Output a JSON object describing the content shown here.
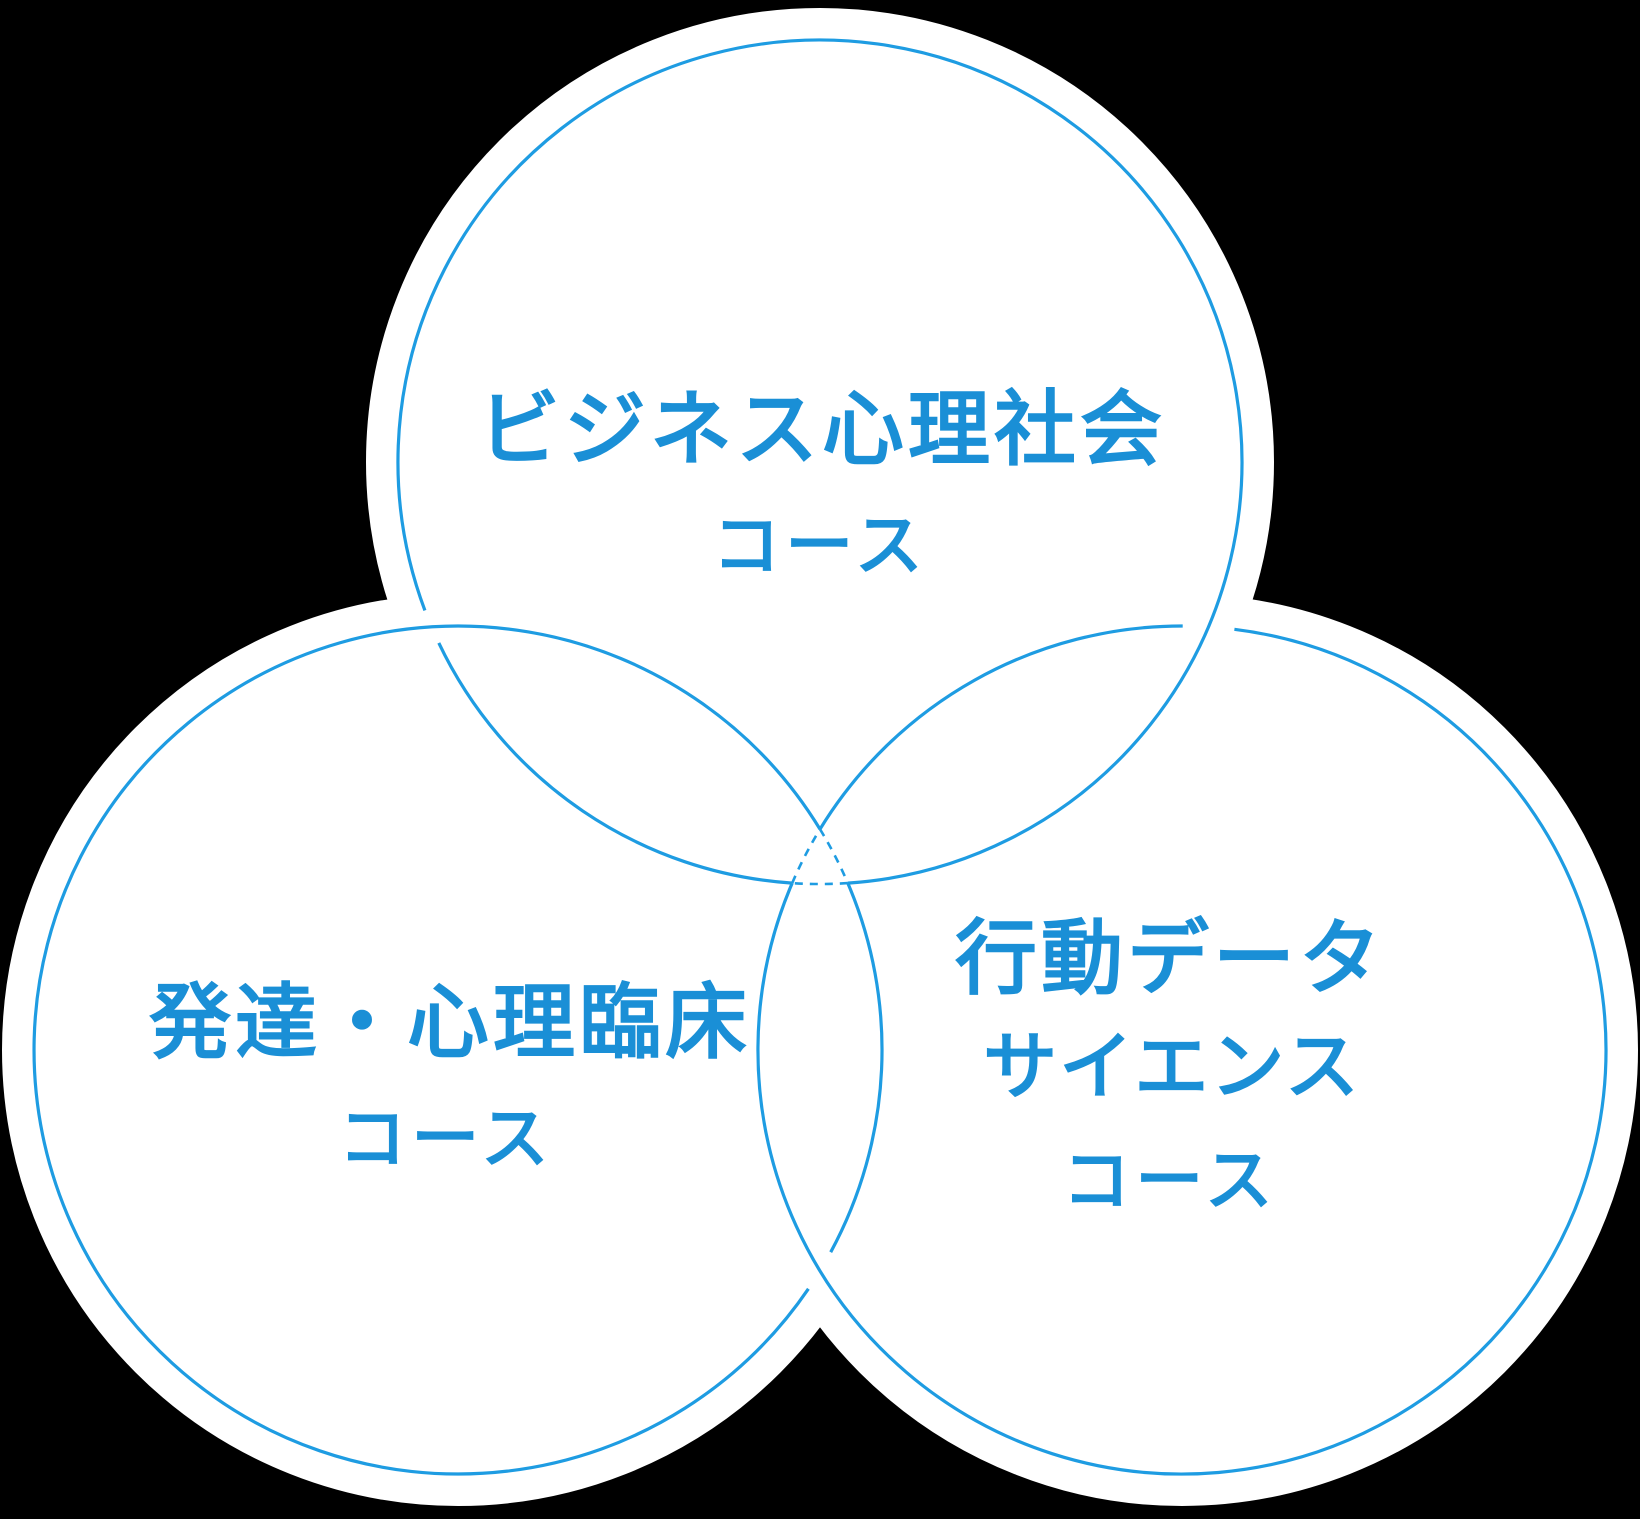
{
  "venn": {
    "background_color": "#000000",
    "circle_fill_color": "#ffffff",
    "halo_color": "#ffffff",
    "outline_color": "#1e9ce2",
    "label_color": "#1a8fd6",
    "circles": [
      {
        "id": "business-psychology-society",
        "position": "top",
        "label_lines": [
          "ビジネス心理社会",
          "コース"
        ]
      },
      {
        "id": "development-clinical-psychology",
        "position": "bottom-left",
        "label_lines": [
          "発達・心理臨床",
          "コース"
        ]
      },
      {
        "id": "behavioral-data-science",
        "position": "bottom-right",
        "label_lines": [
          "行動データ",
          "サイエンス",
          "コース"
        ]
      }
    ]
  }
}
